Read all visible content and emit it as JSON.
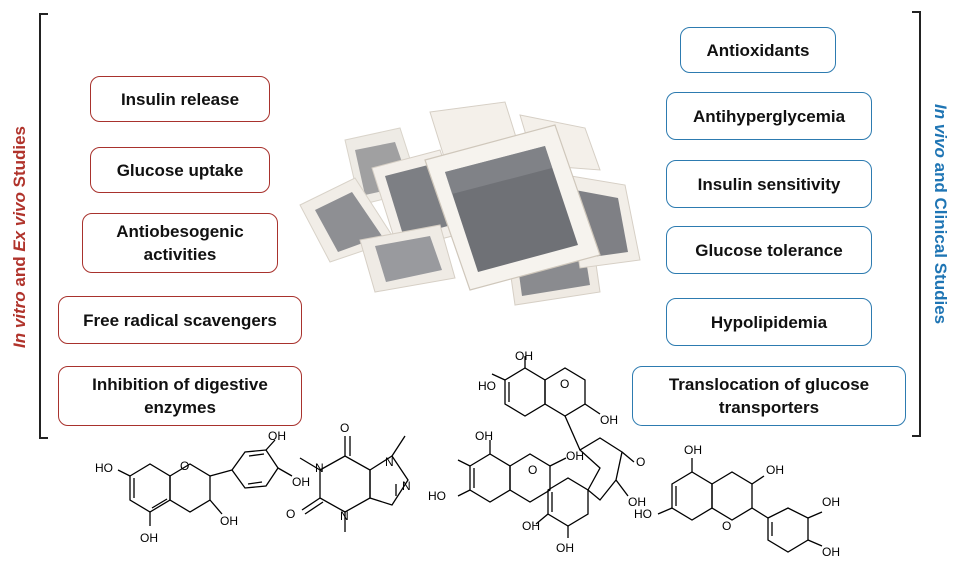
{
  "left": {
    "label_italic_1": "In vitro",
    "label_mid": " and ",
    "label_italic_2": "Ex vivo",
    "label_end": " Studies",
    "color": "#b0332b",
    "items": [
      {
        "lines": [
          "Insulin release"
        ]
      },
      {
        "lines": [
          "Glucose uptake"
        ]
      },
      {
        "lines": [
          "Antiobesogenic",
          "activities"
        ]
      },
      {
        "lines": [
          "Free radical scavengers"
        ]
      },
      {
        "lines": [
          "Inhibition of digestive",
          "enzymes"
        ]
      }
    ]
  },
  "right": {
    "label_italic_1": "In vivo",
    "label_end": " and Clinical Studies",
    "color": "#1f75b4",
    "items": [
      {
        "lines": [
          "Antioxidants"
        ]
      },
      {
        "lines": [
          "Antihyperglycemia"
        ]
      },
      {
        "lines": [
          "Insulin sensitivity"
        ]
      },
      {
        "lines": [
          "Glucose tolerance"
        ]
      },
      {
        "lines": [
          "Hypolipidemia"
        ]
      },
      {
        "lines": [
          "Translocation of glucose",
          "transporters"
        ]
      }
    ]
  },
  "chem_labels": {
    "oh": "OH",
    "ho": "HO",
    "o": "O",
    "n": "N"
  }
}
